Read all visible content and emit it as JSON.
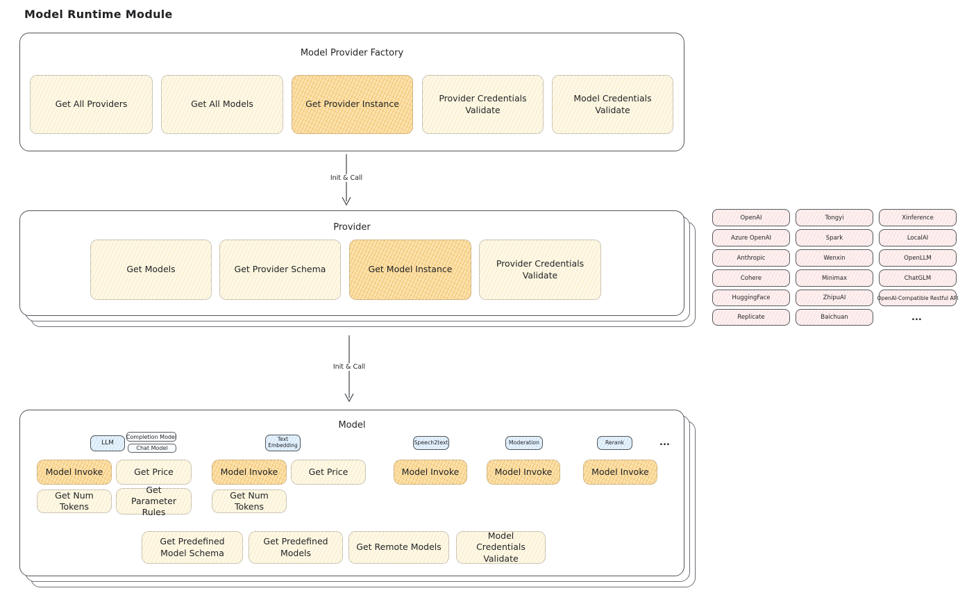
{
  "title": "Model Runtime Module",
  "colors": {
    "method_box_fill": "#fdf8e6",
    "method_box_highlight_fill": "#fbe3af",
    "provider_box_fill": "#fdf0f0",
    "model_type_tag_fill": "#e6f2fc",
    "container_border": "#50545a"
  },
  "arrows": {
    "init_call": "Init & Call"
  },
  "factory": {
    "title": "Model Provider Factory",
    "boxes": [
      "Get All Providers",
      "Get All Models",
      "Get Provider Instance",
      "Provider Credentials Validate",
      "Model Credentials Validate"
    ]
  },
  "provider": {
    "title": "Provider",
    "boxes": [
      "Get Models",
      "Get Provider Schema",
      "Get Model Instance",
      "Provider Credentials Validate"
    ]
  },
  "providers_list": {
    "columns": [
      [
        "OpenAI",
        "Azure OpenAI",
        "Anthropic",
        "Cohere",
        "HuggingFace",
        "Replicate"
      ],
      [
        "Tongyi",
        "Spark",
        "Wenxin",
        "Minimax",
        "ZhipuAI",
        "Baichuan"
      ],
      [
        "Xinference",
        "LocalAI",
        "OpenLLM",
        "ChatGLM",
        "OpenAI-Compatible Restful API"
      ]
    ],
    "ellipsis": "..."
  },
  "model": {
    "title": "Model",
    "groups": {
      "llm": {
        "tag": "LLM",
        "sub_tags": [
          "Completion Model",
          "Chat Model"
        ],
        "invoke": "Model Invoke",
        "price": "Get Price",
        "tokens": "Get Num Tokens",
        "rules": "Get Parameter Rules"
      },
      "text_embedding": {
        "tag": "Text Embedding",
        "invoke": "Model Invoke",
        "price": "Get Price",
        "tokens": "Get Num Tokens"
      },
      "speech2text": {
        "tag": "Speech2text",
        "invoke": "Model Invoke"
      },
      "moderation": {
        "tag": "Moderation",
        "invoke": "Model Invoke"
      },
      "rerank": {
        "tag": "Rerank",
        "invoke": "Model Invoke"
      }
    },
    "ellipsis": "...",
    "common": [
      "Get Predefined Model Schema",
      "Get Predefined Models",
      "Get Remote Models",
      "Model Credentials Validate"
    ]
  }
}
